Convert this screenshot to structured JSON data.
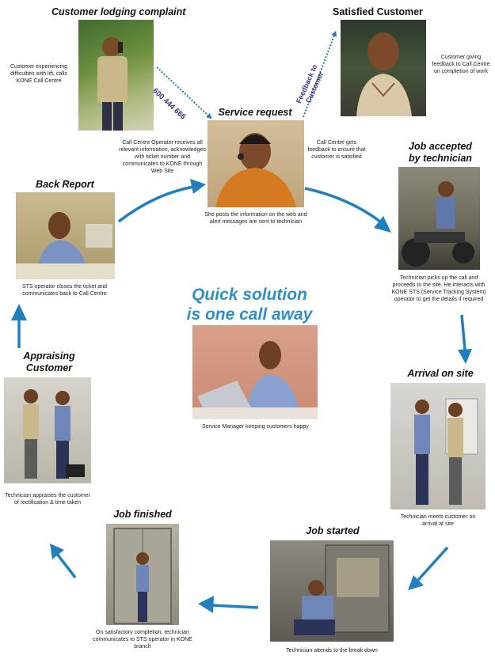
{
  "headline": {
    "line1": "Quick solution",
    "line2": "is one call away"
  },
  "phone_number": "1 600 444 666",
  "feedback_label": {
    "line1": "Feedback to",
    "line2": "Customer"
  },
  "steps": {
    "complaint": {
      "title": "Customer lodging complaint",
      "caption": "Customer experiencing difficulties with lift, calls KONE Call Centre"
    },
    "satisfied": {
      "title": "Satisfied Customer",
      "caption": "Customer giving feedback to Call Centre on completion of work"
    },
    "service": {
      "title": "Service request",
      "caption": "She posts the information on the web and alert messages are sent to technician",
      "left_caption": "Call Centre Operator receives all relevant information, acknowledges with ticket number and communicates to KONE through Web Site",
      "right_caption": "Call Centre gets feedback to ensure that customer is satisfied"
    },
    "accepted": {
      "title_line1": "Job accepted",
      "title_line2": "by technician",
      "caption": "Technician picks up the call and proceeds to the site. He interacts with KONE STS (Service Tracking System) operator to get the details if required"
    },
    "arrival": {
      "title": "Arrival on site",
      "caption": "Technician meets customer on arrival at site"
    },
    "started": {
      "title": "Job started",
      "caption": "Technician attends to the break down"
    },
    "finished": {
      "title": "Job finished",
      "caption": "On satisfactory completion, technician communicates to STS operator in KONE branch"
    },
    "appraising": {
      "title_line1": "Appraising",
      "title_line2": "Customer",
      "caption": "Technician appraises the customer of rectification & time taken"
    },
    "back": {
      "title": "Back Report",
      "caption": "STS operator closes the ticket and communicates back to Call Centre"
    },
    "manager": {
      "caption": "Service Manager keeping customers happy"
    }
  },
  "colors": {
    "arrow": "#1f7fbf",
    "headline": "#2f8fc9",
    "dotted": "#3a2f7a"
  }
}
